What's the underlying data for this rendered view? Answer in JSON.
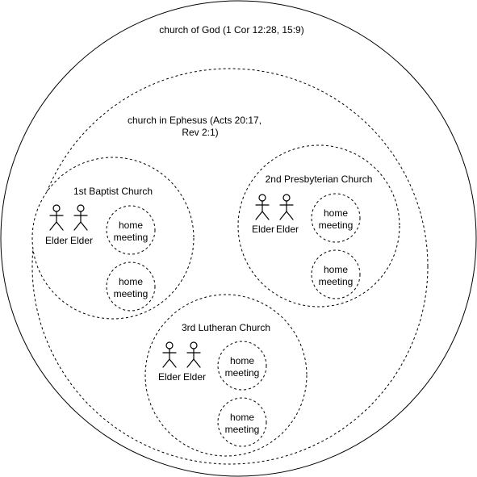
{
  "outer": {
    "label": "church of God (1 Cor 12:28, 15:9)"
  },
  "city": {
    "label_line1": "church in Ephesus (Acts 20:17,",
    "label_line2": "Rev 2:1)"
  },
  "churches": [
    {
      "name": "1st Baptist Church",
      "elders": [
        "Elder",
        "Elder"
      ],
      "meetings": [
        {
          "line1": "home",
          "line2": "meeting"
        },
        {
          "line1": "home",
          "line2": "meeting"
        }
      ]
    },
    {
      "name": "2nd Presbyterian Church",
      "elders": [
        "Elder",
        "Elder"
      ],
      "meetings": [
        {
          "line1": "home",
          "line2": "meeting"
        },
        {
          "line1": "home",
          "line2": "meeting"
        }
      ]
    },
    {
      "name": "3rd Lutheran Church",
      "elders": [
        "Elder",
        "Elder"
      ],
      "meetings": [
        {
          "line1": "home",
          "line2": "meeting"
        },
        {
          "line1": "home",
          "line2": "meeting"
        }
      ]
    }
  ]
}
